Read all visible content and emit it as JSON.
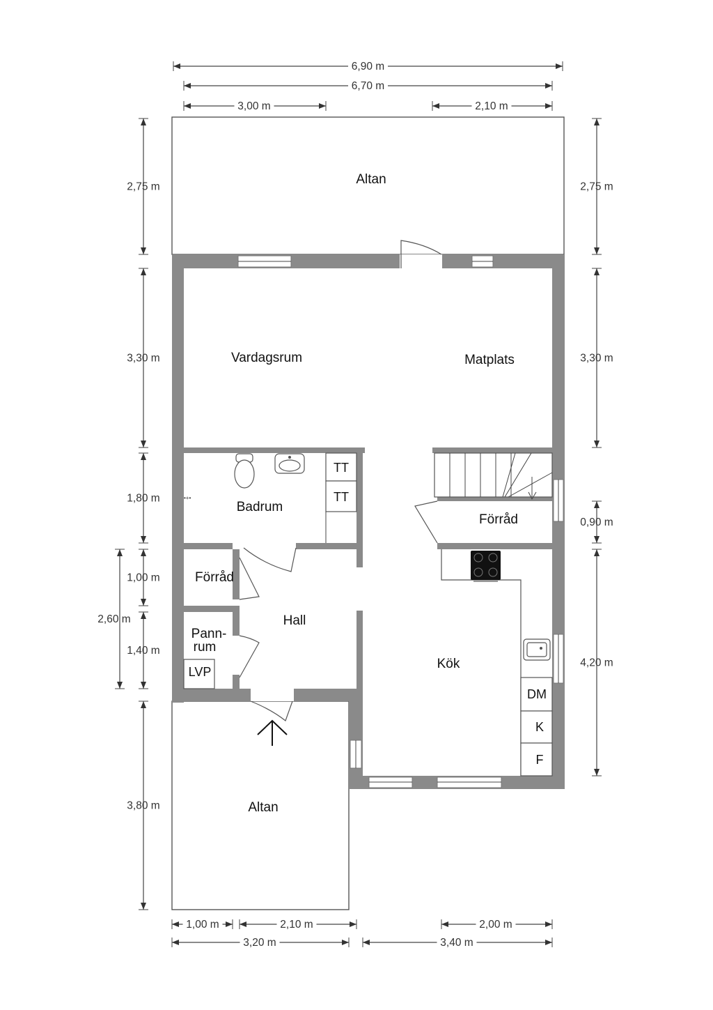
{
  "rooms": {
    "altan_top": "Altan",
    "vardagsrum": "Vardagsrum",
    "matplats": "Matplats",
    "badrum": "Badrum",
    "tt1": "TT",
    "tt2": "TT",
    "forrad_right": "Förråd",
    "forrad_left": "Förråd",
    "hall": "Hall",
    "pannrum_1": "Pann-",
    "pannrum_2": "rum",
    "lvp": "LVP",
    "kok": "Kök",
    "dm": "DM",
    "k": "K",
    "f": "F",
    "altan_bottom": "Altan"
  },
  "dimensions": {
    "top_total": "6,90 m",
    "top_inner": "6,70 m",
    "top_left": "3,00 m",
    "top_right": "2,10 m",
    "left_altan": "2,75 m",
    "right_altan": "2,75 m",
    "left_living": "3,30 m",
    "right_living": "3,30 m",
    "left_bath": "1,80 m",
    "right_storage": "0,90 m",
    "left_forrad": "1,00 m",
    "left_hall_total": "2,60 m",
    "left_pannrum": "1,40 m",
    "right_kitchen": "4,20 m",
    "left_altan_bottom": "3,80 m",
    "bottom_1": "1,00 m",
    "bottom_2": "2,10 m",
    "bottom_3": "2,00 m",
    "bottom_left_total": "3,20 m",
    "bottom_right_total": "3,40 m"
  }
}
